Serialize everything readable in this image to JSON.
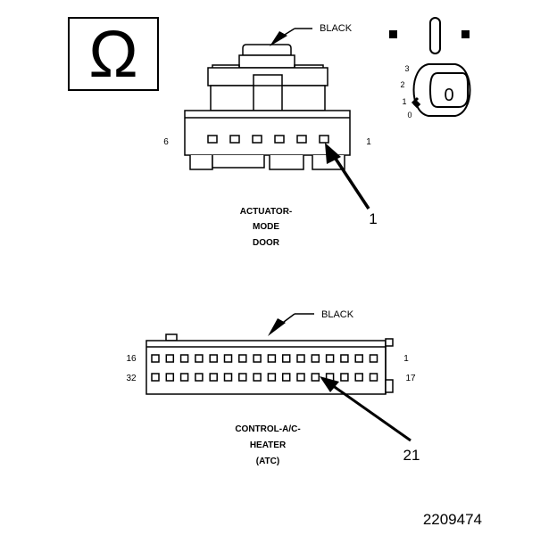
{
  "meter_symbol": "Ω",
  "ignition_key": {
    "positions": [
      "3",
      "2",
      "1",
      "0"
    ],
    "key_label": "0"
  },
  "connectors": [
    {
      "color_label": "BLACK",
      "pin_left": "6",
      "pin_right": "1",
      "name_lines": [
        "ACTUATOR-",
        "MODE",
        "DOOR"
      ],
      "callout_pin": "1"
    },
    {
      "color_label": "BLACK",
      "row1_left": "16",
      "row1_right": "1",
      "row2_left": "32",
      "row2_right": "17",
      "name_lines": [
        "CONTROL-A/C-",
        "HEATER",
        "(ATC)"
      ],
      "callout_pin": "21"
    }
  ],
  "figure_number": "2209474"
}
